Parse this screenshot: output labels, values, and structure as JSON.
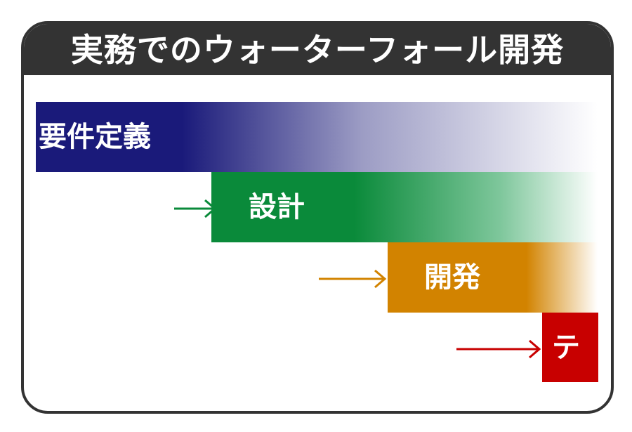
{
  "title": "実務でのウォーターフォール開発",
  "phases": [
    {
      "label": "要件定義",
      "color": "#1a1a7a"
    },
    {
      "label": "設計",
      "color": "#0a8a3a"
    },
    {
      "label": "開発",
      "color": "#d28300"
    },
    {
      "label": "テ",
      "color": "#c80000"
    }
  ],
  "colors": {
    "frame": "#333333",
    "arrow_design": "#0a8a3a",
    "arrow_dev": "#d28300",
    "arrow_test": "#c80000"
  }
}
